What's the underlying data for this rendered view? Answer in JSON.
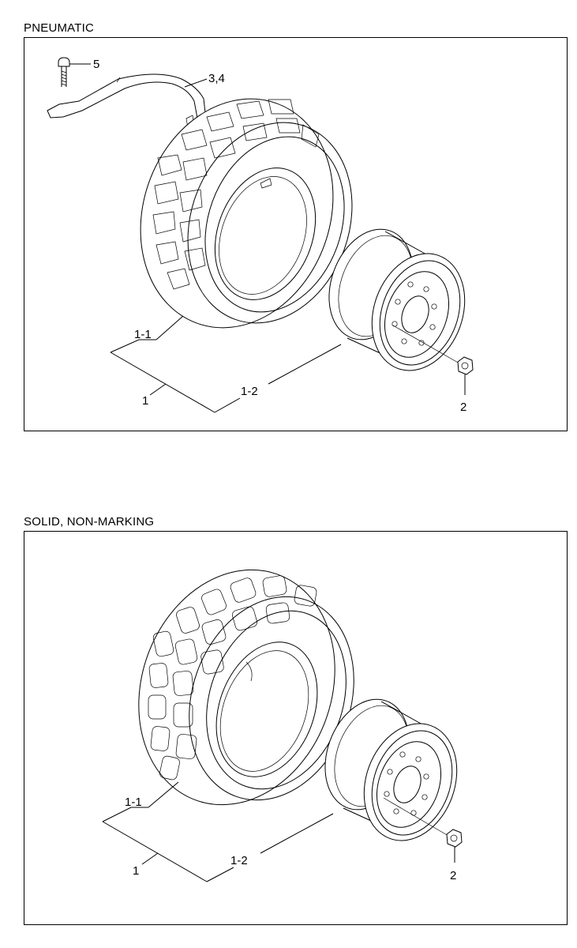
{
  "sections": [
    {
      "title": "PNEUMATIC",
      "callouts": {
        "bolt": "5",
        "bracket": "3,4",
        "tire": "1-1",
        "wheel_assembly": "1",
        "rim": "1-2",
        "nut": "2"
      }
    },
    {
      "title": "SOLID, NON-MARKING",
      "callouts": {
        "tire": "1-1",
        "wheel_assembly": "1",
        "rim": "1-2",
        "nut": "2"
      }
    }
  ]
}
